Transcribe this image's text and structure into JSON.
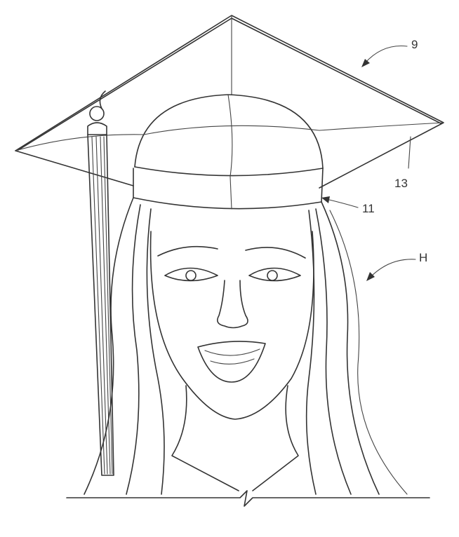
{
  "figure": {
    "labels": {
      "cap": "9",
      "cap_body": "11",
      "board": "13",
      "head": "H"
    }
  }
}
